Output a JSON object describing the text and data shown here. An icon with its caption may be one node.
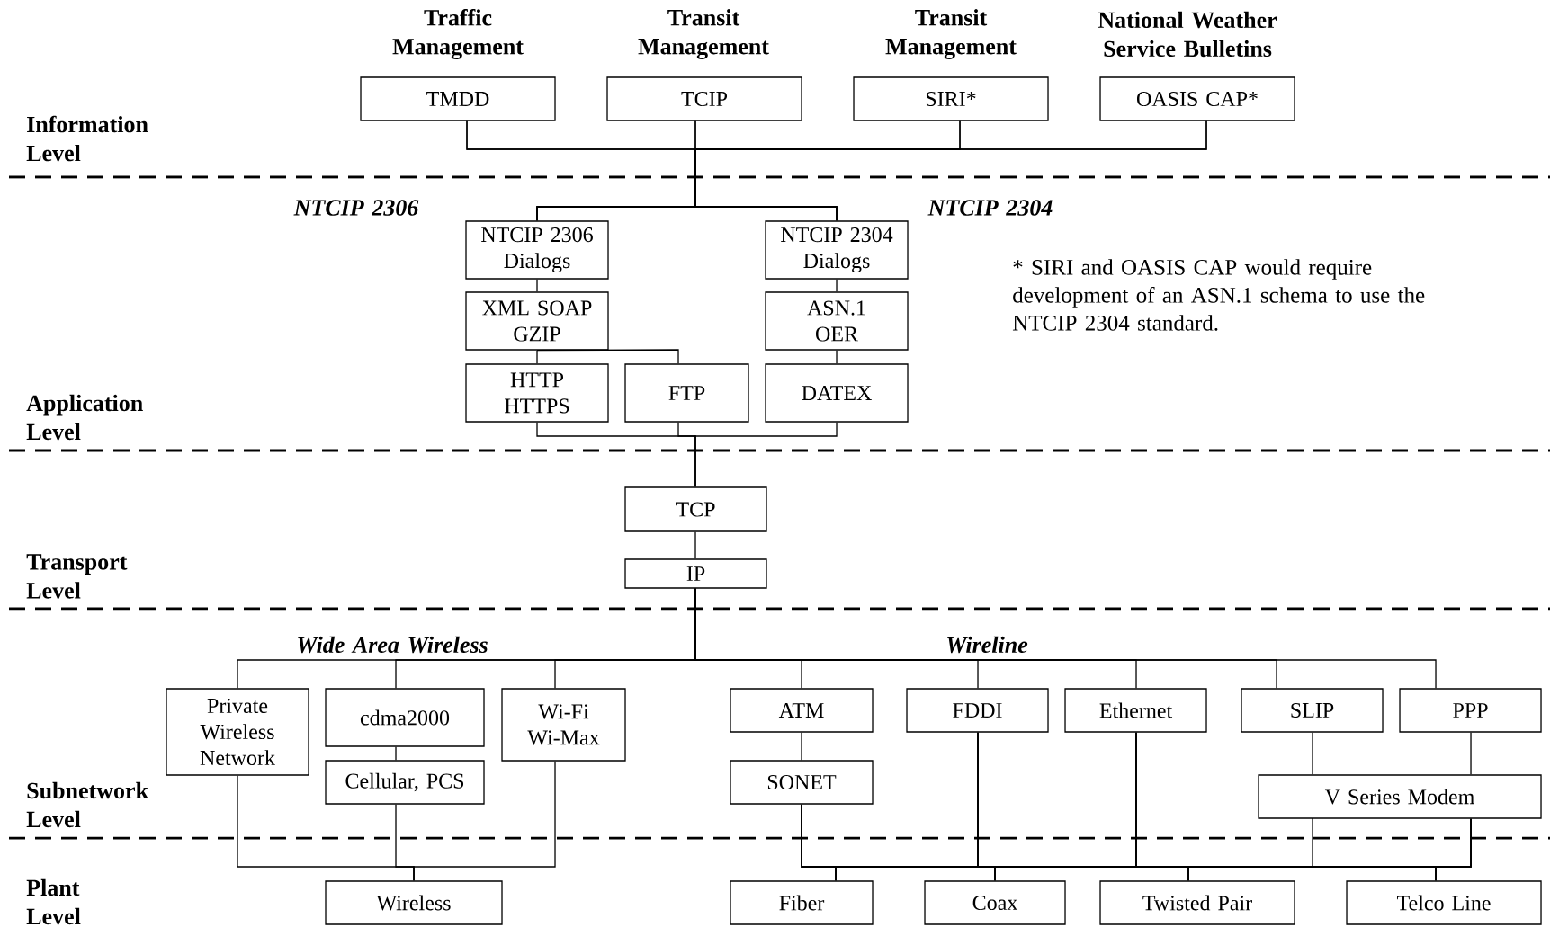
{
  "diagram": {
    "nodes": [
      {
        "text": [
          "Traffic Management",
          "TMDD"
        ]
      },
      {
        "text": [
          "Transit Management",
          "TCIP"
        ]
      },
      {
        "text": [
          "Transit Management",
          "SIRI*"
        ]
      },
      {
        "text": [
          "National Weather Service Bulletins",
          "OASIS CAP*"
        ]
      },
      {
        "text": [
          "NTCIP 2306 Dialogs"
        ]
      },
      {
        "text": [
          "NTCIP 2304 Dialogs"
        ]
      },
      {
        "text": [
          "XML SOAP GZIP"
        ]
      },
      {
        "text": [
          "ASN.1 OER"
        ]
      },
      {
        "text": [
          "HTTP HTTPS"
        ]
      },
      {
        "text": [
          "FTP"
        ]
      },
      {
        "text": [
          "DATEX"
        ]
      },
      {
        "text": [
          "TCP"
        ]
      },
      {
        "text": [
          "IP"
        ]
      },
      {
        "text": [
          "Private Wireless Network"
        ]
      },
      {
        "text": [
          "cdma2000"
        ]
      },
      {
        "text": [
          "Wi-Fi Wi-Max"
        ]
      },
      {
        "text": [
          "ATM"
        ]
      },
      {
        "text": [
          "FDDI"
        ]
      },
      {
        "text": [
          "Ethernet"
        ]
      },
      {
        "text": [
          "SLIP"
        ]
      },
      {
        "text": [
          "PPP"
        ]
      },
      {
        "text": [
          "Cellular, PCS"
        ]
      },
      {
        "text": [
          "SONET"
        ]
      },
      {
        "text": [
          "V Series Modem"
        ]
      },
      {
        "text": [
          "Wireless"
        ]
      },
      {
        "text": [
          "Fiber"
        ]
      },
      {
        "text": [
          "Coax"
        ]
      },
      {
        "text": [
          "Twisted Pair"
        ]
      },
      {
        "text": [
          "Telco Line"
        ]
      }
    ],
    "edges": [
      {
        "from": 0,
        "to": 4,
        "arrow": "none"
      },
      {
        "from": 0,
        "to": 5,
        "arrow": "none"
      },
      {
        "from": 1,
        "to": 4,
        "arrow": "none"
      },
      {
        "from": 1,
        "to": 5,
        "arrow": "none"
      },
      {
        "from": 2,
        "to": 4,
        "arrow": "none"
      },
      {
        "from": 2,
        "to": 5,
        "arrow": "none"
      },
      {
        "from": 3,
        "to": 4,
        "arrow": "none"
      },
      {
        "from": 3,
        "to": 5,
        "arrow": "none"
      },
      {
        "from": 4,
        "to": 6,
        "arrow": "none"
      },
      {
        "from": 5,
        "to": 7,
        "arrow": "none"
      },
      {
        "from": 6,
        "to": 8,
        "arrow": "none"
      },
      {
        "from": 6,
        "to": 9,
        "arrow": "none"
      },
      {
        "from": 7,
        "to": 10,
        "arrow": "none"
      },
      {
        "from": 8,
        "to": 11,
        "arrow": "none"
      },
      {
        "from": 9,
        "to": 11,
        "arrow": "none"
      },
      {
        "from": 10,
        "to": 11,
        "arrow": "none"
      },
      {
        "from": 11,
        "to": 12,
        "arrow": "none"
      },
      {
        "from": 12,
        "to": 13,
        "arrow": "none"
      },
      {
        "from": 12,
        "to": 14,
        "arrow": "none"
      },
      {
        "from": 12,
        "to": 15,
        "arrow": "none"
      },
      {
        "from": 12,
        "to": 16,
        "arrow": "none"
      },
      {
        "from": 12,
        "to": 17,
        "arrow": "none"
      },
      {
        "from": 12,
        "to": 18,
        "arrow": "none"
      },
      {
        "from": 12,
        "to": 19,
        "arrow": "none"
      },
      {
        "from": 12,
        "to": 20,
        "arrow": "none"
      },
      {
        "from": 14,
        "to": 21,
        "arrow": "none"
      },
      {
        "from": 16,
        "to": 22,
        "arrow": "none"
      },
      {
        "from": 19,
        "to": 23,
        "arrow": "none"
      },
      {
        "from": 20,
        "to": 23,
        "arrow": "none"
      },
      {
        "from": 13,
        "to": 24,
        "arrow": "none"
      },
      {
        "from": 21,
        "to": 24,
        "arrow": "none"
      },
      {
        "from": 15,
        "to": 24,
        "arrow": "none"
      },
      {
        "from": 22,
        "to": 25,
        "arrow": "none"
      },
      {
        "from": 22,
        "to": 26,
        "arrow": "none"
      },
      {
        "from": 22,
        "to": 27,
        "arrow": "none"
      },
      {
        "from": 22,
        "to": 28,
        "arrow": "none"
      },
      {
        "from": 17,
        "to": 25,
        "arrow": "none"
      },
      {
        "from": 17,
        "to": 26,
        "arrow": "none"
      },
      {
        "from": 17,
        "to": 27,
        "arrow": "none"
      },
      {
        "from": 17,
        "to": 28,
        "arrow": "none"
      },
      {
        "from": 18,
        "to": 25,
        "arrow": "none"
      },
      {
        "from": 18,
        "to": 26,
        "arrow": "none"
      },
      {
        "from": 18,
        "to": 27,
        "arrow": "none"
      },
      {
        "from": 18,
        "to": 28,
        "arrow": "none"
      },
      {
        "from": 23,
        "to": 25,
        "arrow": "none"
      },
      {
        "from": 23,
        "to": 26,
        "arrow": "none"
      },
      {
        "from": 23,
        "to": 27,
        "arrow": "none"
      },
      {
        "from": 23,
        "to": 28,
        "arrow": "none"
      }
    ],
    "labels": [
      "Information Level",
      "NTCIP 2306",
      "NTCIP 2304",
      "* SIRI and OASIS CAP would require development of an ASN.1 schema to use the NTCIP 2304 standard.",
      "Application Level",
      "Transport Level",
      "Wide Area Wireless",
      "Wireline",
      "Subnetwork Level",
      "Plant Level"
    ]
  }
}
